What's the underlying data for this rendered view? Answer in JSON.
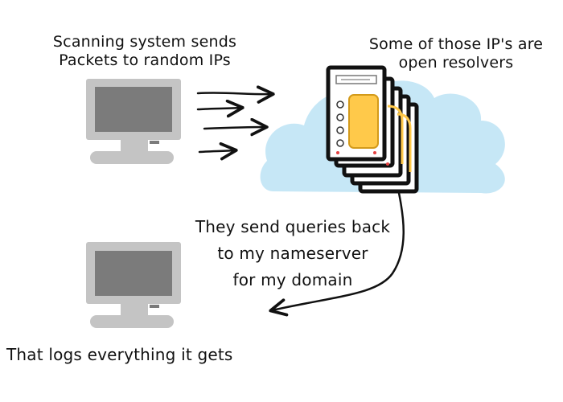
{
  "labels": {
    "scanner": [
      "Scanning system sends",
      "Packets to random IPs"
    ],
    "resolvers": [
      "Some of those IP's are",
      "open resolvers"
    ],
    "queries": [
      "They send queries back",
      "to my nameserver",
      "for my domain"
    ],
    "logger": "That logs everything it gets"
  },
  "icons": {
    "scanner": "desktop-computer-icon",
    "nameserver": "desktop-computer-icon",
    "cloud": "cloud-icon",
    "servers": "server-stack-icon"
  },
  "colors": {
    "monitor_frame": "#c4c4c4",
    "monitor_screen": "#7b7b7b",
    "cloud": "#c6e7f6",
    "server_accent": "#ffc94a",
    "server_outline": "#111111",
    "arrow": "#111111"
  }
}
